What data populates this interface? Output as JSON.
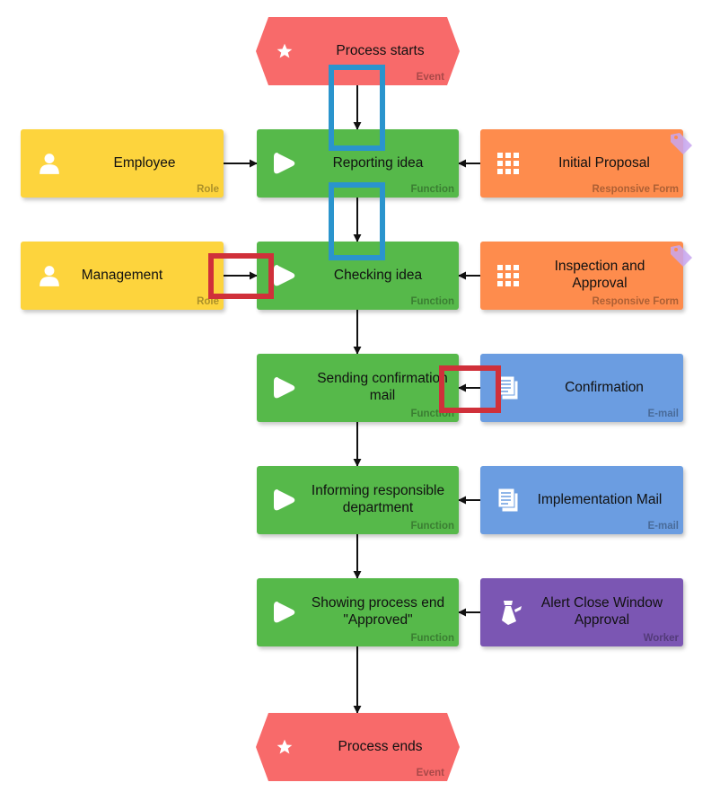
{
  "colors": {
    "event": "#f86a6a",
    "function": "#56b94a",
    "role": "#fdd43d",
    "form": "#fe8c4d",
    "email": "#6b9de1",
    "worker": "#7b56b3",
    "edge": "#111111",
    "highlight_blue": "#2a94cd",
    "highlight_red": "#d0303a"
  },
  "nodes": {
    "process_starts": {
      "label": "Process starts",
      "type": "Event",
      "icon": "star-icon"
    },
    "employee": {
      "label": "Employee",
      "type": "Role",
      "icon": "user-icon"
    },
    "reporting_idea": {
      "label": "Reporting idea",
      "type": "Function",
      "icon": "play-icon"
    },
    "initial_proposal": {
      "label": "Initial Proposal",
      "type": "Responsive Form",
      "icon": "grid-icon"
    },
    "management": {
      "label": "Management",
      "type": "Role",
      "icon": "user-icon"
    },
    "checking_idea": {
      "label": "Checking idea",
      "type": "Function",
      "icon": "play-icon"
    },
    "inspection_approval": {
      "label": "Inspection and Approval",
      "type": "Responsive Form",
      "icon": "grid-icon"
    },
    "sending_confirmation": {
      "label": "Sending confirmation mail",
      "type": "Function",
      "icon": "play-icon"
    },
    "confirmation": {
      "label": "Confirmation",
      "type": "E-mail",
      "icon": "document-icon"
    },
    "informing_department": {
      "label": "Informing responsible department",
      "type": "Function",
      "icon": "play-icon"
    },
    "implementation_mail": {
      "label": "Implementation Mail",
      "type": "E-mail",
      "icon": "document-icon"
    },
    "showing_end": {
      "label": "Showing process end \"Approved\"",
      "type": "Function",
      "icon": "play-icon"
    },
    "alert_close": {
      "label": "Alert Close Window Approval",
      "type": "Worker",
      "icon": "worker-icon"
    },
    "process_ends": {
      "label": "Process ends",
      "type": "Event",
      "icon": "star-icon"
    }
  },
  "edges": [
    {
      "from": "process_starts",
      "to": "reporting_idea"
    },
    {
      "from": "employee",
      "to": "reporting_idea"
    },
    {
      "from": "initial_proposal",
      "to": "reporting_idea"
    },
    {
      "from": "reporting_idea",
      "to": "checking_idea"
    },
    {
      "from": "management",
      "to": "checking_idea"
    },
    {
      "from": "inspection_approval",
      "to": "checking_idea"
    },
    {
      "from": "checking_idea",
      "to": "sending_confirmation"
    },
    {
      "from": "confirmation",
      "to": "sending_confirmation"
    },
    {
      "from": "sending_confirmation",
      "to": "informing_department"
    },
    {
      "from": "implementation_mail",
      "to": "informing_department"
    },
    {
      "from": "informing_department",
      "to": "showing_end"
    },
    {
      "from": "alert_close",
      "to": "showing_end"
    },
    {
      "from": "showing_end",
      "to": "process_ends"
    }
  ]
}
